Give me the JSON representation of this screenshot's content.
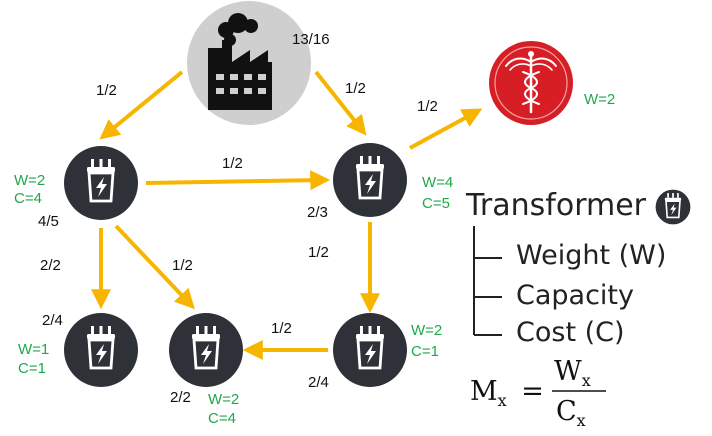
{
  "factory_value": "13/16",
  "edges": {
    "factory_t1": "1/2",
    "factory_t2": "1/2",
    "t2_hospital": "1/2",
    "t1_t2": "1/2",
    "t1_t3": "2/2",
    "t1_t4": "1/2",
    "t2_t5": "1/2",
    "t5_t4": "1/2"
  },
  "nodes": {
    "t1": {
      "ratio": "4/5",
      "weight": "W=2",
      "capacity": "C=4"
    },
    "t2": {
      "ratio": "2/3",
      "weight": "W=4",
      "capacity": "C=5"
    },
    "t3": {
      "ratio": "2/4",
      "weight": "W=1",
      "capacity": "C=1"
    },
    "t4": {
      "ratio": "2/2",
      "weight": "W=2",
      "capacity": "C=4"
    },
    "t5": {
      "ratio": "2/4",
      "weight": "W=2",
      "capacity": "C=1"
    }
  },
  "hospital": {
    "weight": "W=2"
  },
  "legend": {
    "title": "Transformer",
    "items": [
      "Weight (W)",
      "Capacity",
      "Cost (C)"
    ]
  },
  "formula": {
    "lhs": "M",
    "lhs_sub": "x",
    "eq": "=",
    "num": "W",
    "num_sub": "x",
    "den": "C",
    "den_sub": "x"
  },
  "colors": {
    "arrow": "#f7b500",
    "node_dark": "#2e3138",
    "factory_bg": "#cfcfcf",
    "hospital_red": "#d81e25",
    "attribute_green": "#1fa84a"
  },
  "icons": {
    "factory": "factory-icon",
    "transformer": "transformer-icon",
    "hospital": "caduceus-icon"
  }
}
